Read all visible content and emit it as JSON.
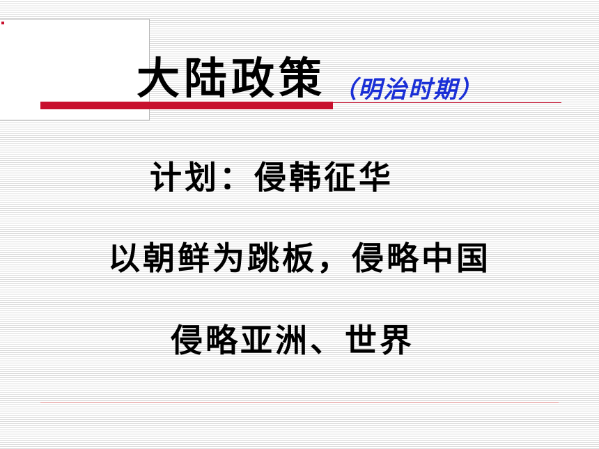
{
  "slide": {
    "title": "大陆政策",
    "subtitle": "（明治时期）",
    "lines": [
      "计划：侵韩征华",
      "以朝鲜为跳板，侵略中国",
      "侵略亚洲、世界"
    ]
  },
  "colors": {
    "accent_red": "#c8102e",
    "subtitle_blue": "#1a2fd6",
    "text": "#000000"
  }
}
